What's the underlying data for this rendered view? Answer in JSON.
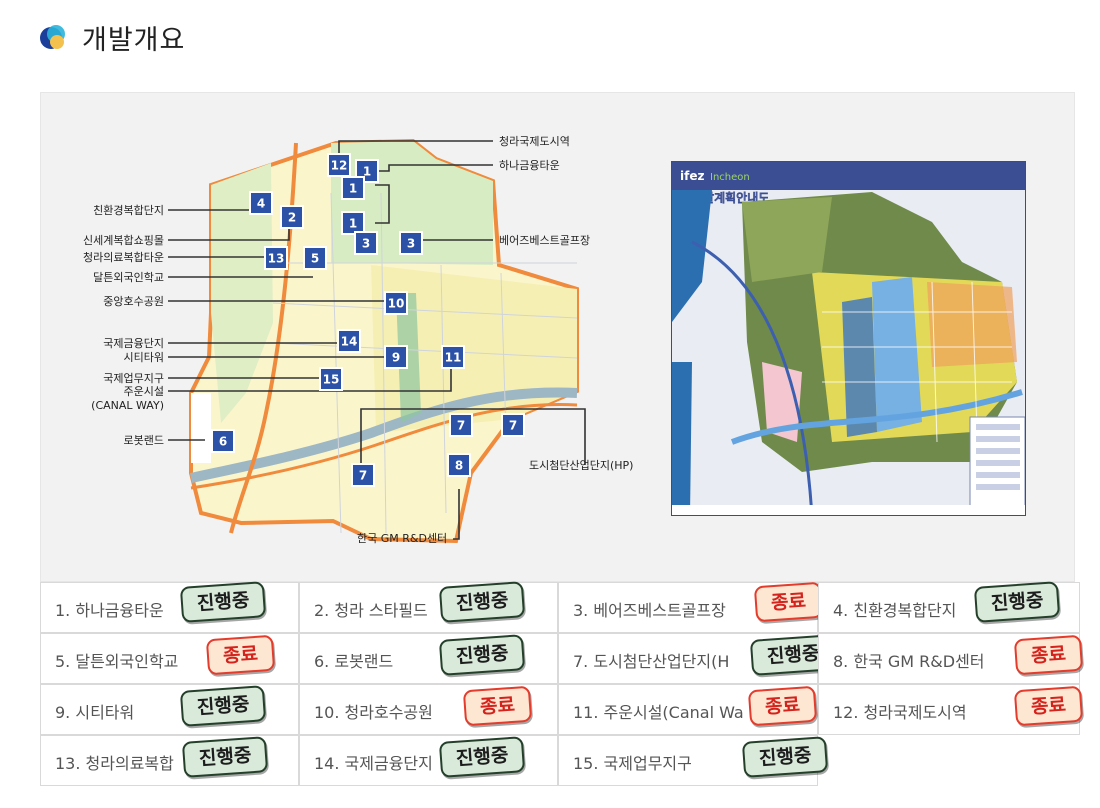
{
  "section": {
    "title": "개발개요"
  },
  "plan_map": {
    "labels": {
      "cheongna_intl_city_station": "청라국제도시역",
      "hana_financial_town": "하나금융타운",
      "eco_complex": "친환경복합단지",
      "shopping_mall": "신세계복합쇼핑몰",
      "medical_town": "청라의료복합타운",
      "dalton_school": "달튼외국인학교",
      "central_lake_park": "중앙호수공원",
      "bears_best_golf": "베어즈베스트골프장",
      "intl_finance_complex": "국제금융단지",
      "city_tower": "시티타워",
      "intl_business_district": "국제업무지구",
      "canal_way_1": "주운시설",
      "canal_way_2": "(CANAL WAY)",
      "robotland": "로봇랜드",
      "hightech_industrial": "도시첨단산업단지(HP)",
      "gm_rnd": "한국 GM R&D센터"
    },
    "markers": [
      "12",
      "1",
      "1",
      "1",
      "4",
      "2",
      "3",
      "3",
      "13",
      "5",
      "10",
      "14",
      "9",
      "11",
      "15",
      "6",
      "7",
      "7",
      "7",
      "8"
    ]
  },
  "guide_map": {
    "logo": "ifez",
    "brand": "Incheon",
    "title": "개발계획안내도"
  },
  "projects": [
    {
      "label": "1. 하나금융타운",
      "status": "진행중"
    },
    {
      "label": "2. 청라 스타필드",
      "status": "진행중"
    },
    {
      "label": "3. 베어즈베스트골프장",
      "status": "종료"
    },
    {
      "label": "4. 친환경복합단지",
      "status": "진행중"
    },
    {
      "label": "5. 달튼외국인학교",
      "status": "종료"
    },
    {
      "label": "6. 로봇랜드",
      "status": "진행중"
    },
    {
      "label": "7. 도시첨단산업단지(H",
      "status": "진행중"
    },
    {
      "label": "8. 한국 GM R&D센터",
      "status": "종료"
    },
    {
      "label": "9. 시티타워",
      "status": "진행중"
    },
    {
      "label": "10. 청라호수공원",
      "status": "종료"
    },
    {
      "label": "11. 주운시설(Canal Wa",
      "status": "종료"
    },
    {
      "label": "12. 청라국제도시역",
      "status": "종료"
    },
    {
      "label": "13. 청라의료복합",
      "status": "진행중"
    },
    {
      "label": "14. 국제금융단지",
      "status": "진행중"
    },
    {
      "label": "15. 국제업무지구",
      "status": "진행중"
    }
  ]
}
